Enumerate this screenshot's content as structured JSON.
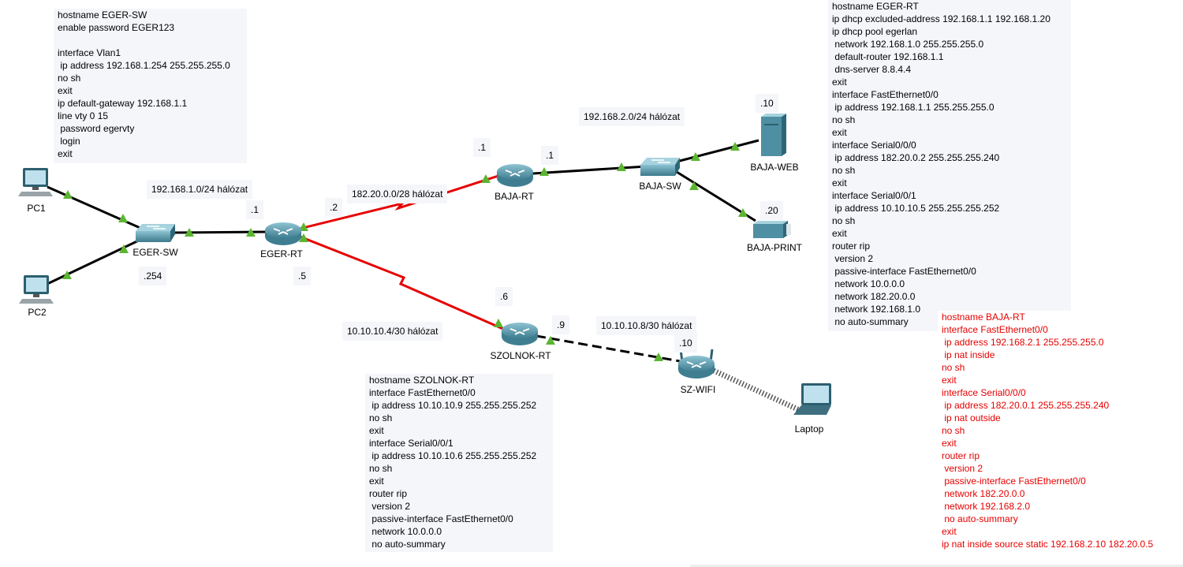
{
  "configs": {
    "eger_sw": "hostname EGER-SW\nenable password EGER123\n\ninterface Vlan1\n ip address 192.168.1.254 255.255.255.0\nno sh\nexit\nip default-gateway 192.168.1.1\nline vty 0 15\n password egervty\n login\nexit",
    "eger_rt": "hostname EGER-RT\nip dhcp excluded-address 192.168.1.1 192.168.1.20\nip dhcp pool egerlan\n network 192.168.1.0 255.255.255.0\n default-router 192.168.1.1\n dns-server 8.8.4.4\nexit\ninterface FastEthernet0/0\n ip address 192.168.1.1 255.255.255.0\nno sh\nexit\ninterface Serial0/0/0\n ip address 182.20.0.2 255.255.255.240\nno sh\nexit\ninterface Serial0/0/1\n ip address 10.10.10.5 255.255.255.252\nno sh\nexit\nrouter rip\n version 2\n passive-interface FastEthernet0/0\n network 10.0.0.0\n network 182.20.0.0\n network 192.168.1.0\n no auto-summary",
    "szolnok_rt": "hostname SZOLNOK-RT\ninterface FastEthernet0/0\n ip address 10.10.10.9 255.255.255.252\nno sh\nexit\ninterface Serial0/0/1\n ip address 10.10.10.6 255.255.255.252\nno sh\nexit\nrouter rip\n version 2\n passive-interface FastEthernet0/0\n network 10.0.0.0\n no auto-summary",
    "baja_rt": "hostname BAJA-RT\ninterface FastEthernet0/0\n ip address 192.168.2.1 255.255.255.0\n ip nat inside\nno sh\nexit\ninterface Serial0/0/0\n ip address 182.20.0.1 255.255.255.240\n ip nat outside\nno sh\nexit\nrouter rip\n version 2\n passive-interface FastEthernet0/0\n network 182.20.0.0\n network 192.168.2.0\n no auto-summary\nexit\nip nat inside source static 192.168.2.10 182.20.0.5"
  },
  "networks": {
    "lan_eger": "192.168.1.0/24 hálózat",
    "wan_baja": "182.20.0.0/28 hálózat",
    "lan_baja": "192.168.2.0/24 hálózat",
    "wan_szolnok": "10.10.10.4/30 hálózat",
    "lan_szolnok": "10.10.10.8/30 hálózat"
  },
  "addresses": {
    "eger_rt_fa": ".1",
    "eger_rt_s000": ".2",
    "eger_rt_s001": ".5",
    "eger_sw": ".254",
    "baja_rt_s": ".1",
    "baja_rt_fa": ".1",
    "baja_web": ".10",
    "baja_print": ".20",
    "szolnok_rt_s": ".6",
    "szolnok_rt_fa": ".9",
    "sz_wifi": ".10"
  },
  "devices": {
    "pc1": "PC1",
    "pc2": "PC2",
    "eger_sw": "EGER-SW",
    "eger_rt": "EGER-RT",
    "baja_rt": "BAJA-RT",
    "baja_sw": "BAJA-SW",
    "baja_web": "BAJA-WEB",
    "baja_print": "BAJA-PRINT",
    "szolnok_rt": "SZOLNOK-RT",
    "sz_wifi": "SZ-WIFI",
    "laptop": "Laptop"
  },
  "colors": {
    "serial_link": "#e60000",
    "ethernet_link": "#000000",
    "link_up": "#5cb531",
    "router_body": "#5f9aab",
    "switch_body": "#4f8fa3",
    "config_red": "#e60000"
  },
  "icons": {
    "pc": "pc-icon",
    "switch": "switch-icon",
    "router": "router-icon",
    "server": "server-icon",
    "printer": "printer-icon",
    "wireless_router": "wireless-router-icon",
    "laptop": "laptop-icon"
  }
}
